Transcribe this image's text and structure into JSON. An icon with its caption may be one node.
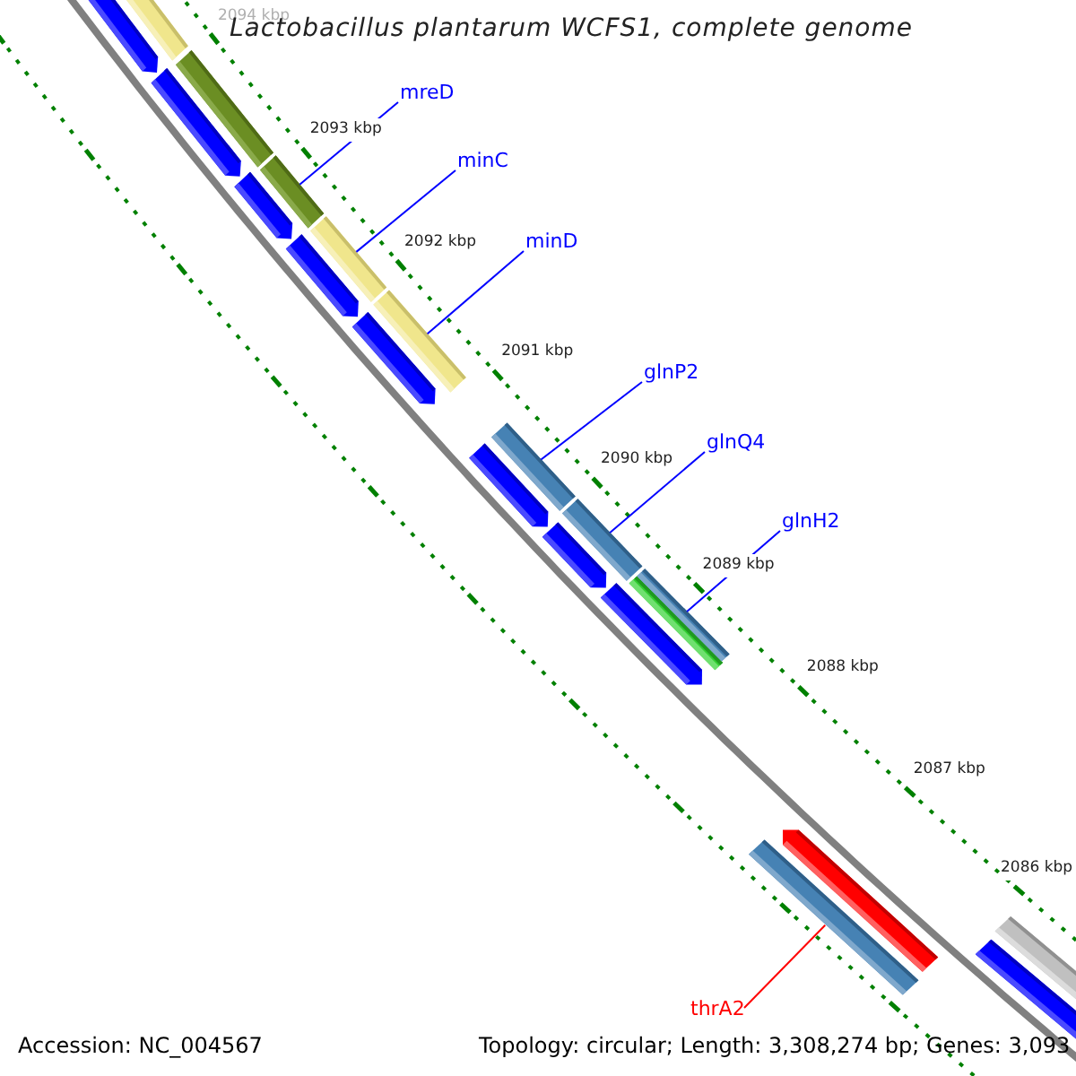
{
  "diagram": {
    "title": "Lactobacillus plantarum WCFS1, complete genome",
    "nodes": [
      {
        "text": [
          "mreD"
        ]
      },
      {
        "text": [],
        "shape": "bar"
      },
      {
        "text": [
          "minC"
        ]
      },
      {
        "text": [],
        "shape": "bar"
      },
      {
        "text": [
          "minD"
        ]
      },
      {
        "text": [],
        "shape": "bar"
      },
      {
        "text": [
          "glnP2"
        ]
      },
      {
        "text": [],
        "shape": "bar"
      },
      {
        "text": [
          "glnQ4"
        ]
      },
      {
        "text": [],
        "shape": "bar"
      },
      {
        "text": [
          "glnH2"
        ]
      },
      {
        "text": [],
        "shape": "bar"
      },
      {
        "text": [
          "thrA2"
        ]
      },
      {
        "text": [],
        "shape": "bar"
      }
    ],
    "edges": [
      {
        "from": 0,
        "to": 1,
        "arrow": "none"
      },
      {
        "from": 2,
        "to": 3,
        "arrow": "none"
      },
      {
        "from": 4,
        "to": 5,
        "arrow": "none"
      },
      {
        "from": 6,
        "to": 7,
        "arrow": "none"
      },
      {
        "from": 8,
        "to": 9,
        "arrow": "none"
      },
      {
        "from": 10,
        "to": 11,
        "arrow": "none"
      },
      {
        "from": 12,
        "to": 13,
        "arrow": "none",
        "color": "#ff0000"
      }
    ],
    "labels": [
      "2094 kbp",
      "2093 kbp",
      "2092 kbp",
      "2091 kbp",
      "2090 kbp",
      "2089 kbp",
      "2088 kbp",
      "2087 kbp",
      "2086 kbp",
      "Accession: NC_004567",
      "Topology: circular; Length: 3,308,274 bp; Genes: 3,093"
    ]
  }
}
